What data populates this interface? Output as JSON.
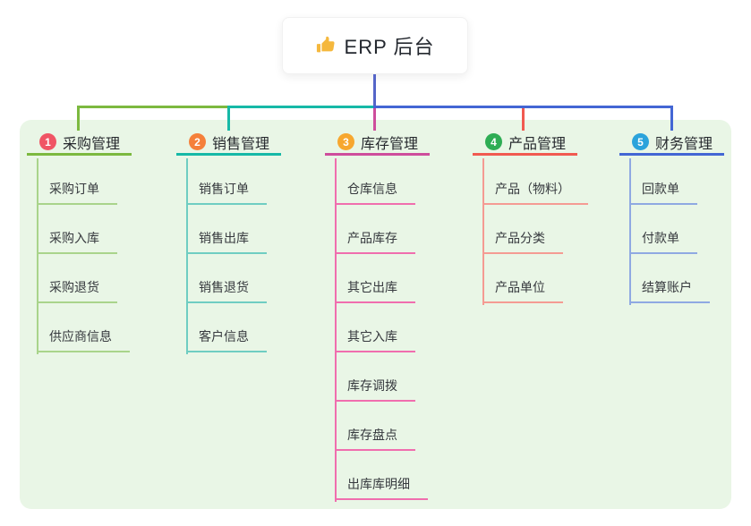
{
  "root": {
    "label": "ERP 后台",
    "icon": "thumbs-up-icon",
    "icon_color": "#F5B83D"
  },
  "colors": {
    "panel_bg": "#E9F6E6",
    "root_line": "#5565C8",
    "text_dark": "#26292E",
    "child_text": "#36393E"
  },
  "branches": [
    {
      "number": "1",
      "label": "采购管理",
      "badge_color": "#F05565",
      "line_color": "#7CB93F",
      "child_line_color": "#A9D48B",
      "children": [
        "采购订单",
        "采购入库",
        "采购退货",
        "供应商信息"
      ]
    },
    {
      "number": "2",
      "label": "销售管理",
      "badge_color": "#F5803A",
      "line_color": "#16B9A7",
      "child_line_color": "#6FCDC2",
      "children": [
        "销售订单",
        "销售出库",
        "销售退货",
        "客户信息"
      ]
    },
    {
      "number": "3",
      "label": "库存管理",
      "badge_color": "#F7A72F",
      "line_color": "#CE4D9C",
      "child_line_color": "#F06EAE",
      "children": [
        "仓库信息",
        "产品库存",
        "其它出库",
        "其它入库",
        "库存调拨",
        "库存盘点",
        "出库库明细"
      ]
    },
    {
      "number": "4",
      "label": "产品管理",
      "badge_color": "#2EAD54",
      "line_color": "#F15A50",
      "child_line_color": "#F59B93",
      "children": [
        "产品（物料）",
        "产品分类",
        "产品单位"
      ]
    },
    {
      "number": "5",
      "label": "财务管理",
      "badge_color": "#2BA3DB",
      "line_color": "#4366D4",
      "child_line_color": "#8FA9E2",
      "children": [
        "回款单",
        "付款单",
        "结算账户"
      ]
    }
  ]
}
